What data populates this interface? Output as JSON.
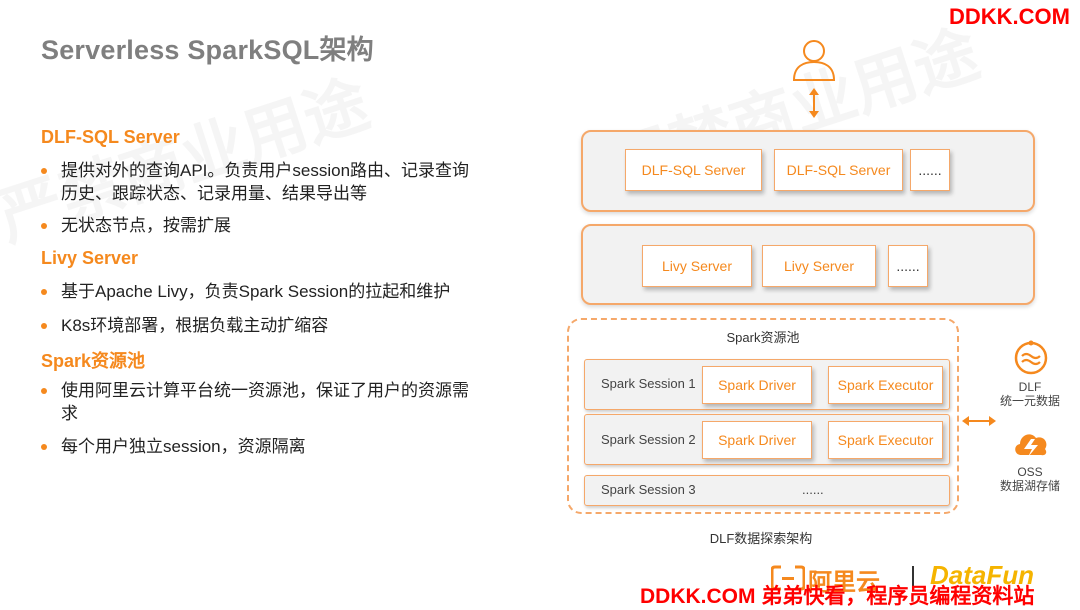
{
  "title": "Serverless SparkSQL架构",
  "watermark_top": "DDKK.COM",
  "watermark_bottom": "DDKK.COM 弟弟快看，程序员编程资料站",
  "background_watermark": "严禁商业用途",
  "left": {
    "sections": [
      {
        "heading": "DLF-SQL Server",
        "bullets": [
          "提供对外的查询API。负责用户session路由、记录查询历史、跟踪状态、记录用量、结果导出等",
          "无状态节点，按需扩展"
        ]
      },
      {
        "heading": "Livy Server",
        "bullets": [
          "基于Apache Livy，负责Spark Session的拉起和维护",
          "K8s环境部署，根据负载主动扩缩容"
        ]
      },
      {
        "heading": "Spark资源池",
        "bullets": [
          "使用阿里云计算平台统一资源池，保证了用户的资源需求",
          "每个用户独立session，资源隔离"
        ]
      }
    ]
  },
  "diagram": {
    "sql_layer": [
      "DLF-SQL Server",
      "DLF-SQL Server",
      "......"
    ],
    "livy_layer": [
      "Livy Server",
      "Livy Server",
      "......"
    ],
    "pool_title": "Spark资源池",
    "sessions": [
      {
        "label": "Spark Session 1",
        "driver": "Spark Driver",
        "executor": "Spark Executor"
      },
      {
        "label": "Spark Session 2",
        "driver": "Spark Driver",
        "executor": "Spark Executor"
      },
      {
        "label": "Spark Session 3",
        "rest": "......"
      }
    ],
    "dlf": {
      "line1": "DLF",
      "line2": "统一元数据"
    },
    "oss": {
      "line1": "OSS",
      "line2": "数据湖存储"
    },
    "caption": "DLF数据探索架构"
  },
  "footer": {
    "aliyun_logo": "阿里云",
    "datafun_logo": "DataFun"
  },
  "colors": {
    "accent": "#f5891e",
    "watermark": "#ff0000",
    "title": "#7f7f7f"
  },
  "icons": [
    "user-icon",
    "double-arrow-icon",
    "dlf-icon",
    "oss-icon"
  ]
}
